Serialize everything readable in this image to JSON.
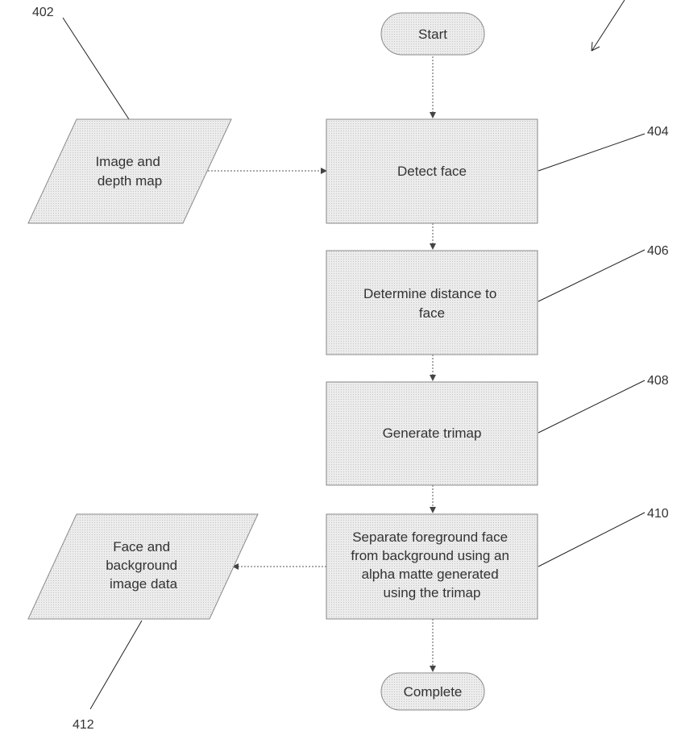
{
  "diagram": {
    "nodes": [
      {
        "id": "start",
        "shape": "terminal",
        "lines": [
          "Start"
        ]
      },
      {
        "id": "input",
        "shape": "data",
        "lines": [
          "Image and",
          "depth map"
        ]
      },
      {
        "id": "detect",
        "shape": "process",
        "lines": [
          "Detect face"
        ]
      },
      {
        "id": "distance",
        "shape": "process",
        "lines": [
          "Determine distance to",
          "face"
        ]
      },
      {
        "id": "trimap",
        "shape": "process",
        "lines": [
          "Generate trimap"
        ]
      },
      {
        "id": "separate",
        "shape": "process",
        "lines": [
          "Separate foreground face",
          "from background using an",
          "alpha matte generated",
          "using the trimap"
        ]
      },
      {
        "id": "output",
        "shape": "data",
        "lines": [
          "Face and",
          "background",
          "image data"
        ]
      },
      {
        "id": "complete",
        "shape": "terminal",
        "lines": [
          "Complete"
        ]
      }
    ],
    "edges": [
      {
        "from": "start",
        "to": "detect"
      },
      {
        "from": "input",
        "to": "detect"
      },
      {
        "from": "detect",
        "to": "distance"
      },
      {
        "from": "distance",
        "to": "trimap"
      },
      {
        "from": "trimap",
        "to": "separate"
      },
      {
        "from": "separate",
        "to": "output"
      },
      {
        "from": "separate",
        "to": "complete"
      }
    ],
    "reference_labels": [
      {
        "id": "input",
        "text": "402"
      },
      {
        "id": "detect",
        "text": "404"
      },
      {
        "id": "distance",
        "text": "406"
      },
      {
        "id": "trimap",
        "text": "408"
      },
      {
        "id": "separate",
        "text": "410"
      },
      {
        "id": "output",
        "text": "412"
      }
    ]
  },
  "colors": {
    "fill": "#ebebeb",
    "stroke": "#8a8a8a",
    "line": "#555555",
    "text": "#333333"
  }
}
